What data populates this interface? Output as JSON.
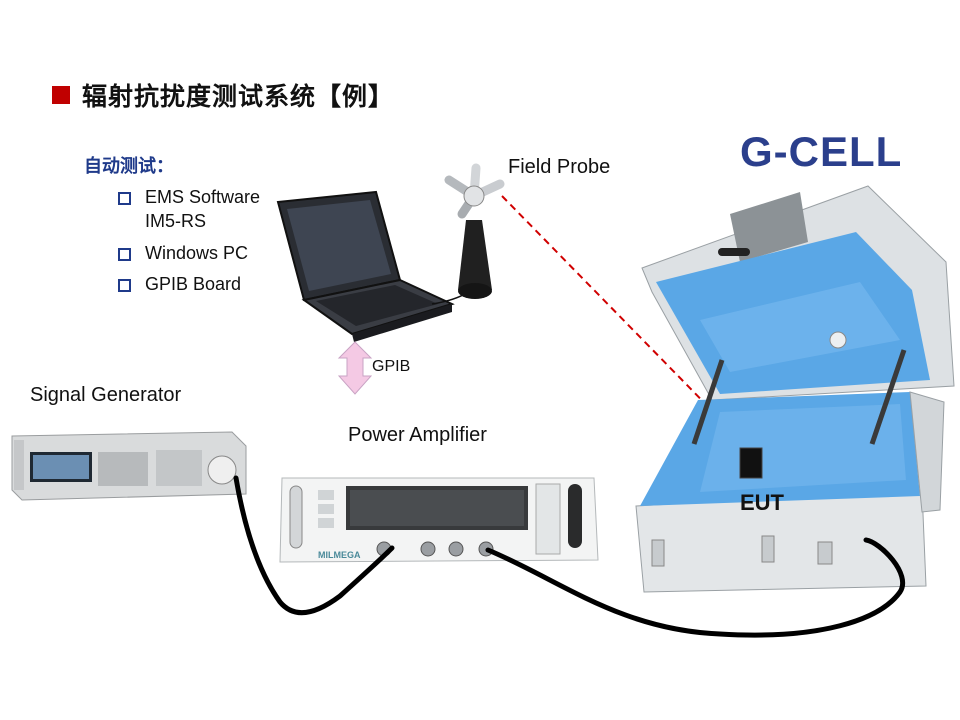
{
  "title": "辐射抗扰度测试系统【例】",
  "auto_test": {
    "heading": "自动测试：",
    "items": [
      "EMS Software",
      "IM5-RS",
      "Windows PC",
      "GPIB Board"
    ]
  },
  "labels": {
    "field_probe": "Field Probe",
    "signal_generator": "Signal Generator",
    "power_amplifier": "Power Amplifier",
    "gpib": "GPIB",
    "gcell": "G-CELL",
    "eut": "EUT",
    "amp_brand": "MILMEGA"
  },
  "colors": {
    "title_marker": "#c00000",
    "heading_blue": "#1f3a8a",
    "gcell_blue": "#2b3f8c",
    "absorber_blue": "#5aa7e6",
    "probe_line_red": "#d00000",
    "gpib_arrow": "#f4c9e4"
  },
  "icons": [
    "square-bullet-icon",
    "double-arrow-icon"
  ]
}
